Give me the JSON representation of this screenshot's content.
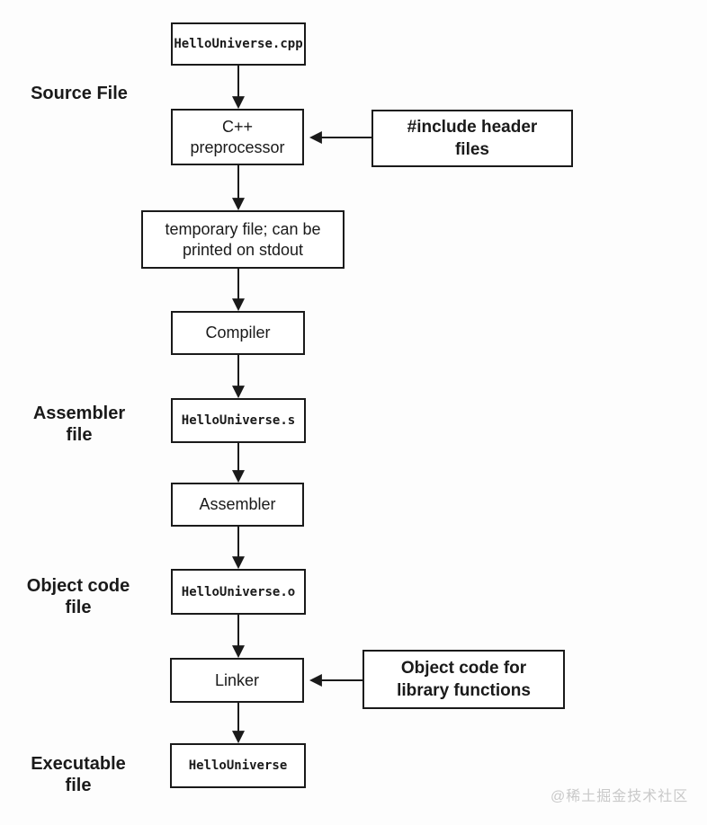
{
  "diagram": {
    "stage_labels": {
      "source_file": "Source File",
      "assembler_file": "Assembler\nfile",
      "object_code_file": "Object code\nfile",
      "executable_file": "Executable\nfile"
    },
    "nodes": {
      "source": "HelloUniverse.cpp",
      "preprocessor": "C++\npreprocessor",
      "include_headers": "#include header\nfiles",
      "temp_file": "temporary file; can be\nprinted on stdout",
      "compiler": "Compiler",
      "assembly_file": "HelloUniverse.s",
      "assembler": "Assembler",
      "object_file": "HelloUniverse.o",
      "linker": "Linker",
      "library_object_code": "Object code for\nlibrary functions",
      "executable": "HelloUniverse"
    },
    "watermark": "@稀土掘金技术社区",
    "colors": {
      "background": "#fdfdfd",
      "stroke": "#1a1a1a",
      "watermark": "#c9c9c9"
    }
  }
}
